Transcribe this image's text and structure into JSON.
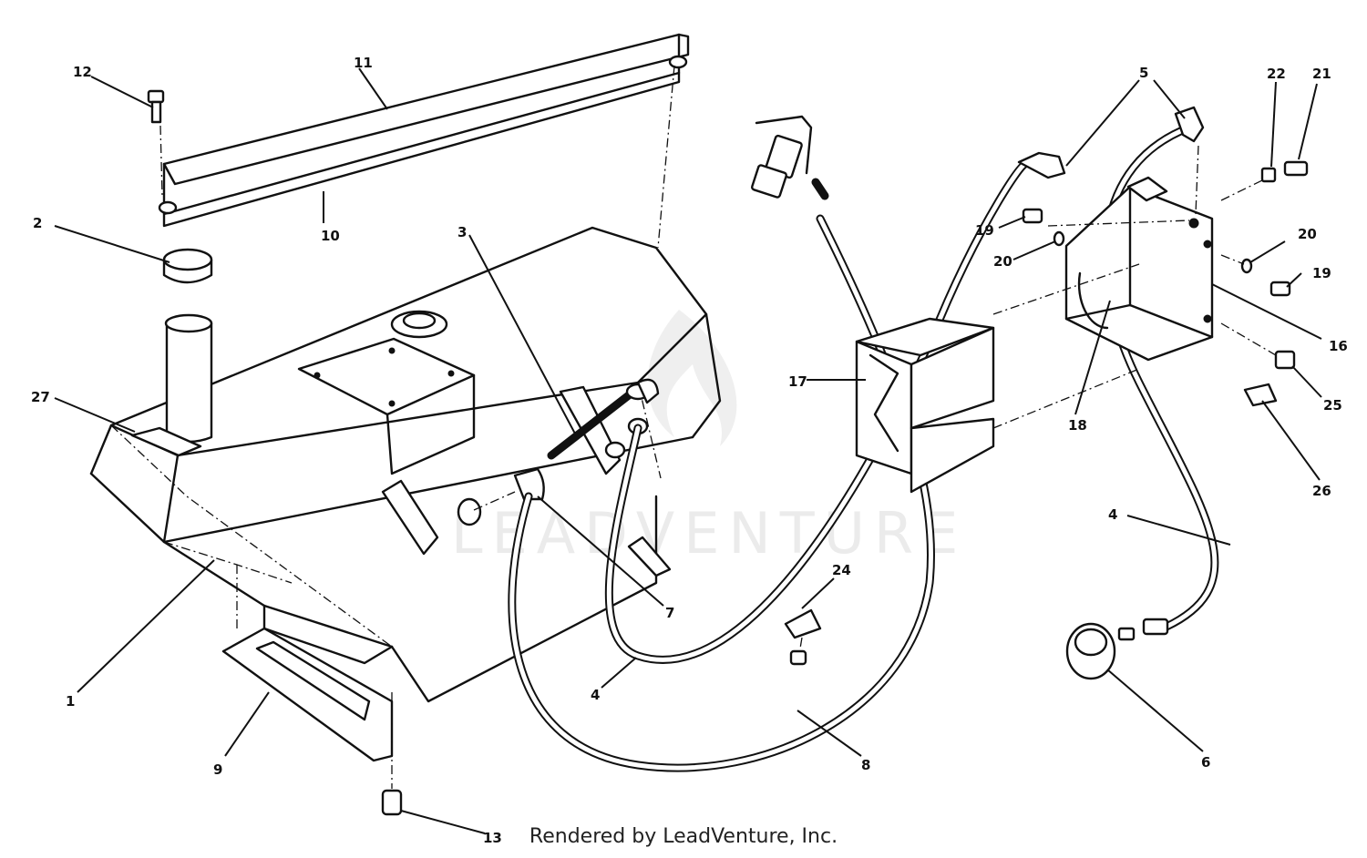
{
  "watermark": "LEADVENTURE",
  "footer": "Rendered by LeadVenture, Inc.",
  "callouts": {
    "c1": "1",
    "c2": "2",
    "c3": "3",
    "c4a": "4",
    "c4b": "4",
    "c5": "5",
    "c6": "6",
    "c7": "7",
    "c8": "8",
    "c9": "9",
    "c10": "10",
    "c11": "11",
    "c12": "12",
    "c13": "13",
    "c16": "16",
    "c17": "17",
    "c18": "18",
    "c19a": "19",
    "c19b": "19",
    "c20a": "20",
    "c20b": "20",
    "c21": "21",
    "c22": "22",
    "c24": "24",
    "c25": "25",
    "c26": "26",
    "c27": "27"
  }
}
